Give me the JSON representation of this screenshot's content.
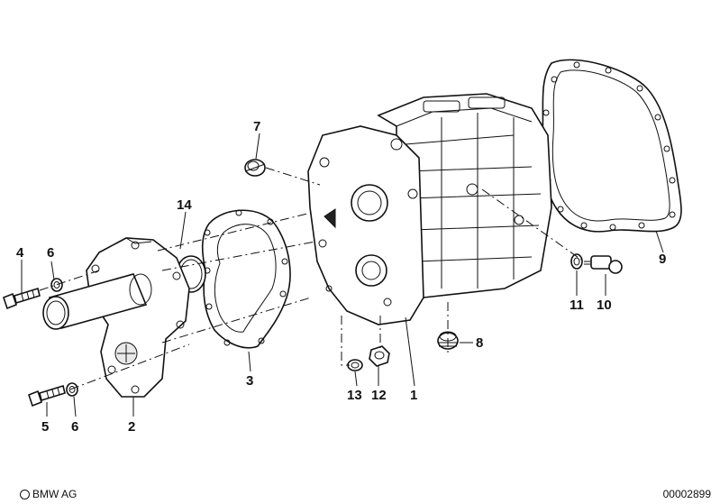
{
  "callouts": {
    "c1": "1",
    "c2": "2",
    "c3": "3",
    "c4": "4",
    "c5": "5",
    "c6a": "6",
    "c6b": "6",
    "c7": "7",
    "c8": "8",
    "c9": "9",
    "c10": "10",
    "c11": "11",
    "c12": "12",
    "c13": "13",
    "c14": "14"
  },
  "footer": {
    "copyright": "BMW AG",
    "doc_number": "00002899"
  },
  "icons": {
    "brand": "bmw-roundel-icon"
  }
}
